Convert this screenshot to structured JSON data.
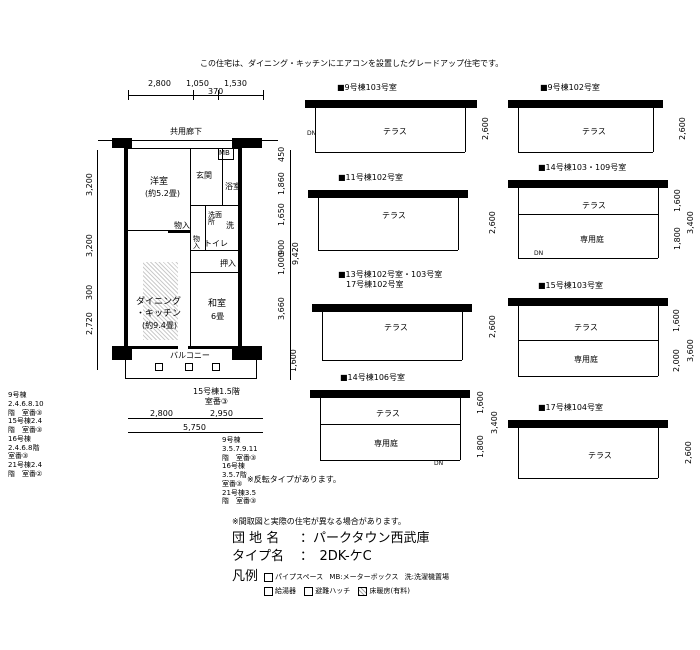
{
  "header_note": "この住宅は、ダイニング・キッチンにエアコンを設置したグレードアップ住宅です。",
  "plan": {
    "top_dims": [
      "2,800",
      "1,050",
      "1,530"
    ],
    "top_dim_total": "370",
    "corridor": "共用廊下",
    "mb": "MB",
    "rooms": {
      "western": "洋室",
      "western_size": "(約5.2畳)",
      "entrance": "玄関",
      "bath": "浴室",
      "washroom": "洗面所",
      "washer": "洗",
      "storage1": "物入",
      "toilet": "トイレ",
      "storage2": "物入",
      "closet": "押入",
      "dining": "ダイニング\n・キッチン",
      "dining_size": "(約9.4畳)",
      "japanese": "和室",
      "japanese_size": "6畳",
      "balcony": "バルコニー"
    },
    "left_dims": [
      "3,200",
      "3,200",
      "300",
      "2,720"
    ],
    "right_dims": [
      "450",
      "1,860",
      "1,650",
      "900",
      "1,000",
      "3,660",
      "1,600"
    ],
    "right_total": "9,420",
    "bottom_dims": [
      "2,800",
      "2,950"
    ],
    "bottom_total": "5,750",
    "note_15": "15号棟1.5階\n室番③",
    "left_note": [
      "9号棟2.4.6.8.10階　室番③",
      "15号棟2.4階　室番③",
      "16号棟2.4.6.8階　室番③",
      "21号棟2.4階　室番②"
    ],
    "center_note": [
      "9号棟3.5.7.9.11階　室番③",
      "16号棟3.5.7階　室番③",
      "21号棟3.5階　室番③"
    ],
    "reverse_note": "※反転タイプがあります。"
  },
  "keyplans": [
    {
      "title": "■9号棟103号室",
      "terrace": "テラス",
      "garden": "",
      "dims": [
        "2,600"
      ],
      "dn": "DN"
    },
    {
      "title": "■9号棟102号室",
      "terrace": "テラス",
      "garden": "",
      "dims": [
        "2,600"
      ],
      "dn": ""
    },
    {
      "title": "■11号棟102号室",
      "terrace": "テラス",
      "garden": "",
      "dims": [
        "2,600"
      ],
      "dn": ""
    },
    {
      "title": "■14号棟103・109号室",
      "terrace": "テラス",
      "garden": "専用庭",
      "dims": [
        "1,600",
        "1,800",
        "3,400"
      ],
      "dn": "DN"
    },
    {
      "title": "■13号棟102号室・103号室\n　17号棟102号室",
      "terrace": "テラス",
      "garden": "",
      "dims": [
        "2,600"
      ],
      "dn": ""
    },
    {
      "title": "■15号棟103号室",
      "terrace": "テラス",
      "garden": "専用庭",
      "dims": [
        "1,600",
        "2,000",
        "3,600"
      ],
      "dn": ""
    },
    {
      "title": "■14号棟106号室",
      "terrace": "テラス",
      "garden": "専用庭",
      "dims": [
        "1,600",
        "1,800",
        "3,400"
      ],
      "dn": "DN"
    },
    {
      "title": "■17号棟104号室",
      "terrace": "テラス",
      "garden": "",
      "dims": [
        "2,600"
      ],
      "dn": ""
    }
  ],
  "footer": {
    "disclaimer": "※間取図と実際の住宅が異なる場合があります。",
    "complex_label": "団 地 名",
    "complex_value": "：パークタウン西武庫",
    "type_label": "タイプ名",
    "type_value": "：　2DK-ケC",
    "legend_label": "凡例",
    "legend_items": [
      "パイプスペース",
      "MB:メーターボックス",
      "洗:洗濯機置場",
      "給湯器",
      "避難ハッチ",
      "床暖房(有料)"
    ]
  }
}
